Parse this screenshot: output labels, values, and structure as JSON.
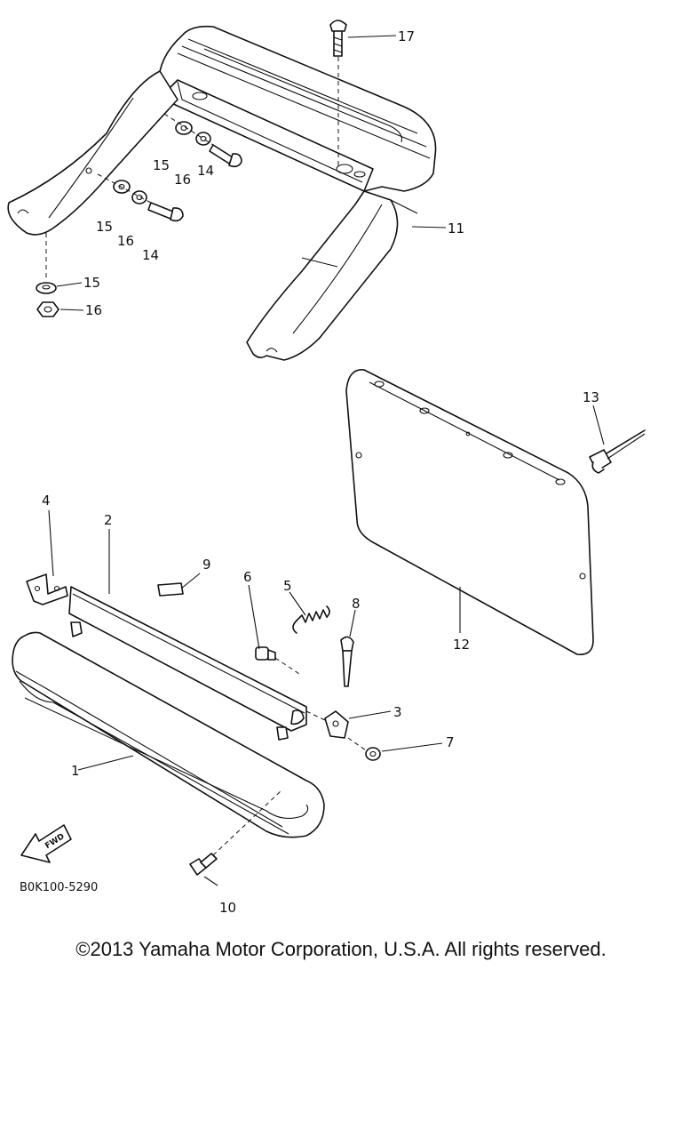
{
  "diagram": {
    "drawing_code": "B0K100-5290",
    "fwd_label": "FWD",
    "callouts": {
      "c1": "1",
      "c2": "2",
      "c3": "3",
      "c4": "4",
      "c5": "5",
      "c6": "6",
      "c7": "7",
      "c8": "8",
      "c9": "9",
      "c10": "10",
      "c11": "11",
      "c12": "12",
      "c13": "13",
      "c14a": "14",
      "c14b": "14",
      "c15a": "15",
      "c15b": "15",
      "c15c": "15",
      "c16a": "16",
      "c16b": "16",
      "c16c": "16",
      "c17": "17"
    }
  },
  "footer": {
    "copyright": "©2013 Yamaha Motor Corporation, U.S.A. All rights reserved."
  }
}
